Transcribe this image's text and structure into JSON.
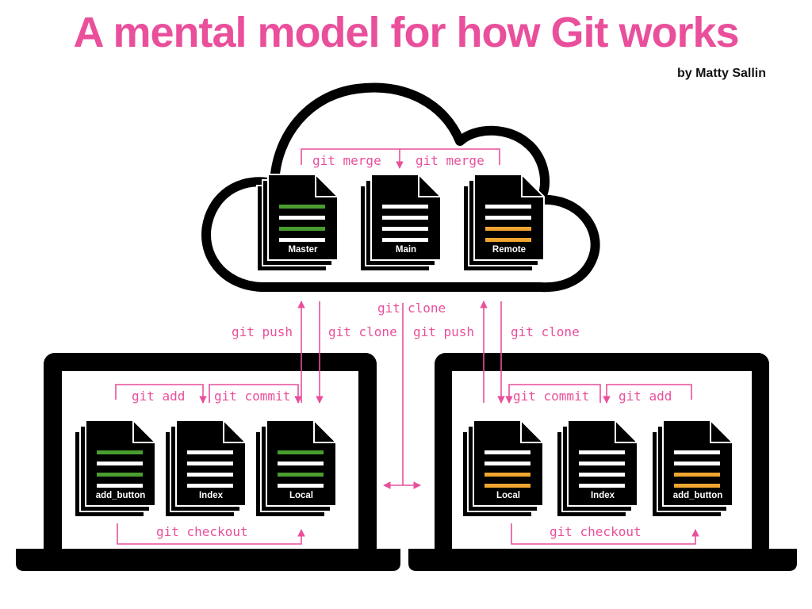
{
  "title": "A mental model for how Git works",
  "author": "by Matty Sallin",
  "colors": {
    "accent": "#e94f9b",
    "master_branch": "#4a9d2f",
    "remote_branch": "#f0a530",
    "document": "#000000",
    "doc_line": "#ffffff"
  },
  "remote": {
    "docs": [
      {
        "label": "Master",
        "color": "green"
      },
      {
        "label": "Main",
        "color": "none"
      },
      {
        "label": "Remote",
        "color": "orange"
      }
    ],
    "merge_left": "git merge",
    "merge_right": "git merge"
  },
  "center": {
    "clone": "git clone"
  },
  "left_laptop": {
    "push": "git push",
    "clone": "git clone",
    "add": "git add",
    "commit": "git commit",
    "checkout": "git checkout",
    "docs": [
      {
        "label": "add_button",
        "color": "green"
      },
      {
        "label": "Index",
        "color": "none"
      },
      {
        "label": "Local",
        "color": "green"
      }
    ]
  },
  "right_laptop": {
    "push": "git push",
    "clone": "git clone",
    "add": "git add",
    "commit": "git commit",
    "checkout": "git checkout",
    "docs": [
      {
        "label": "Local",
        "color": "orange"
      },
      {
        "label": "Index",
        "color": "none"
      },
      {
        "label": "add_button",
        "color": "orange"
      }
    ]
  }
}
